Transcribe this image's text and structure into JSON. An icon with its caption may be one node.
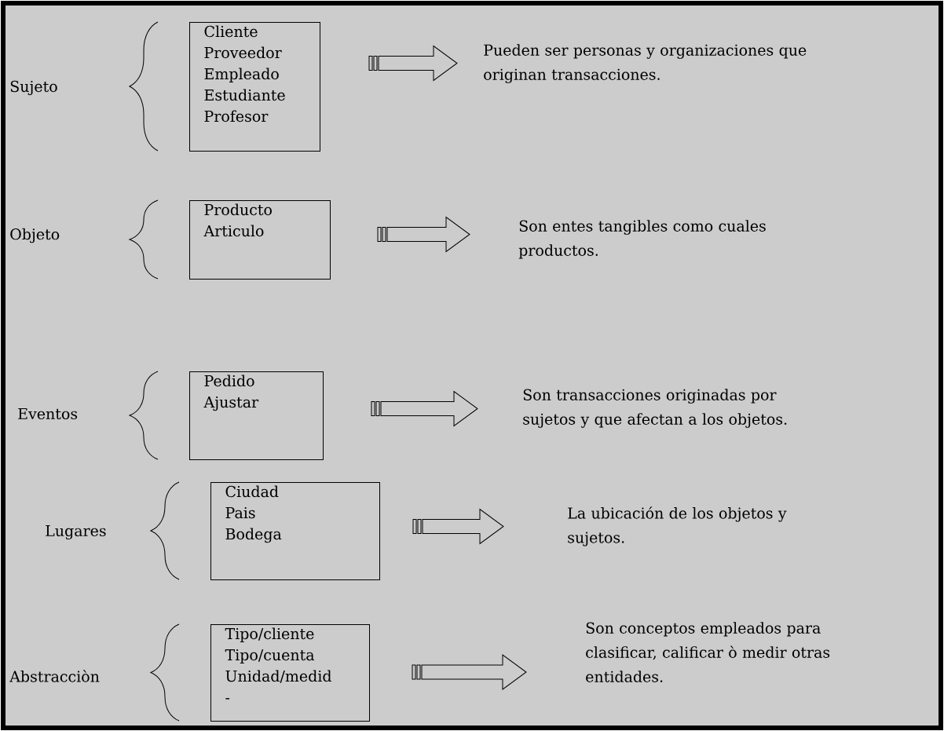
{
  "diagram": {
    "nodes": [
      {
        "text": [
          "Cliente",
          "Proveedor",
          "Empleado",
          "Estudiante",
          "Profesor"
        ]
      },
      {
        "text": [
          "Pueden ser personas y organizaciones que originan transacciones."
        ]
      },
      {
        "text": [
          "Producto",
          "Articulo"
        ]
      },
      {
        "text": [
          "Son entes tangibles como cuales productos."
        ]
      },
      {
        "text": [
          "Pedido",
          "Ajustar"
        ]
      },
      {
        "text": [
          "Son transacciones originadas por sujetos y que afectan a los objetos."
        ]
      },
      {
        "text": [
          "Ciudad",
          "Pais",
          "Bodega"
        ]
      },
      {
        "text": [
          "La ubicación de los objetos y sujetos."
        ]
      },
      {
        "text": [
          "Tipo/cliente",
          "Tipo/cuenta",
          "Unidad/medid",
          "-"
        ]
      },
      {
        "text": [
          "Son conceptos empleados para clasificar, calificar ò medir otras entidades."
        ]
      }
    ],
    "edges": [
      {
        "from": 0,
        "to": 1,
        "arrow": "to"
      },
      {
        "from": 2,
        "to": 3,
        "arrow": "to"
      },
      {
        "from": 4,
        "to": 5,
        "arrow": "to"
      },
      {
        "from": 6,
        "to": 7,
        "arrow": "to"
      },
      {
        "from": 8,
        "to": 9,
        "arrow": "to"
      }
    ],
    "labels": [
      "Sujeto",
      "Objeto",
      "Eventos",
      "Lugares",
      "Abstracciòn"
    ]
  }
}
